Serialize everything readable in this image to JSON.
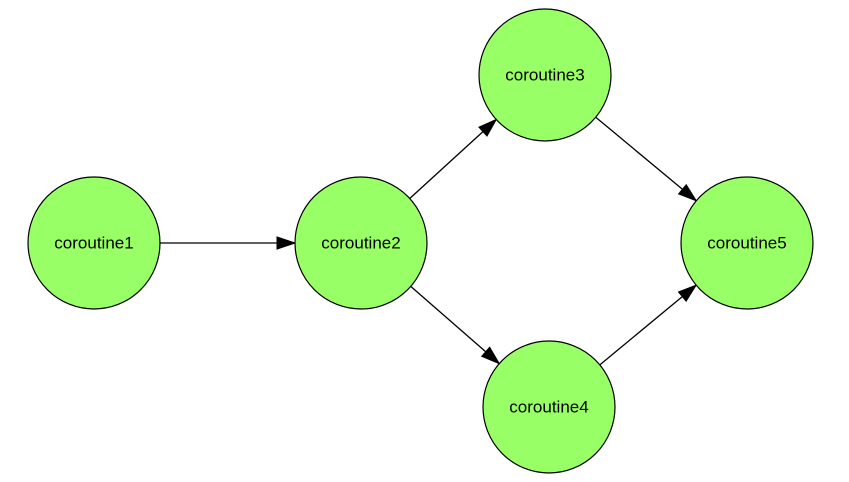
{
  "diagram": {
    "type": "directed-graph",
    "node_fill": "#99ff66",
    "node_stroke": "#000000",
    "edge_color": "#000000",
    "nodes": [
      {
        "id": "coroutine1",
        "label": "coroutine1"
      },
      {
        "id": "coroutine2",
        "label": "coroutine2"
      },
      {
        "id": "coroutine3",
        "label": "coroutine3"
      },
      {
        "id": "coroutine4",
        "label": "coroutine4"
      },
      {
        "id": "coroutine5",
        "label": "coroutine5"
      }
    ],
    "edges": [
      {
        "from": "coroutine1",
        "to": "coroutine2"
      },
      {
        "from": "coroutine2",
        "to": "coroutine3"
      },
      {
        "from": "coroutine2",
        "to": "coroutine4"
      },
      {
        "from": "coroutine3",
        "to": "coroutine5"
      },
      {
        "from": "coroutine4",
        "to": "coroutine5"
      }
    ]
  }
}
